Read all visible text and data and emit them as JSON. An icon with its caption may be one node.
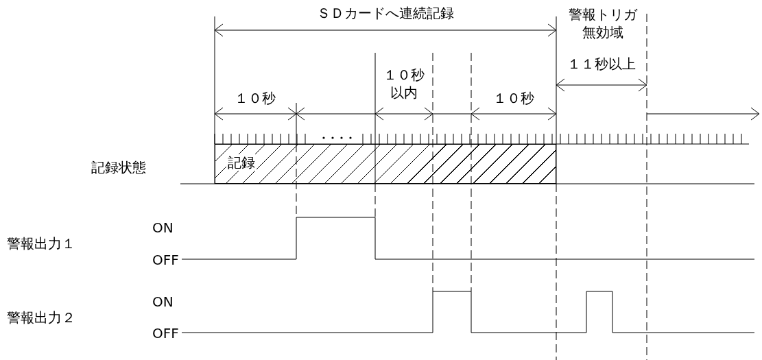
{
  "diagram": {
    "nodes": [
      {
        "text": [
          "記録"
        ]
      }
    ],
    "labels": [
      "ＳＤカードへ連続記録",
      "警報トリガ無効域",
      "１０秒以内",
      "１１秒以上",
      "１０秒",
      "１０秒",
      "記録状態",
      "ON",
      "警報出力１",
      "OFF",
      "ON",
      "警報出力２",
      "OFF"
    ]
  }
}
